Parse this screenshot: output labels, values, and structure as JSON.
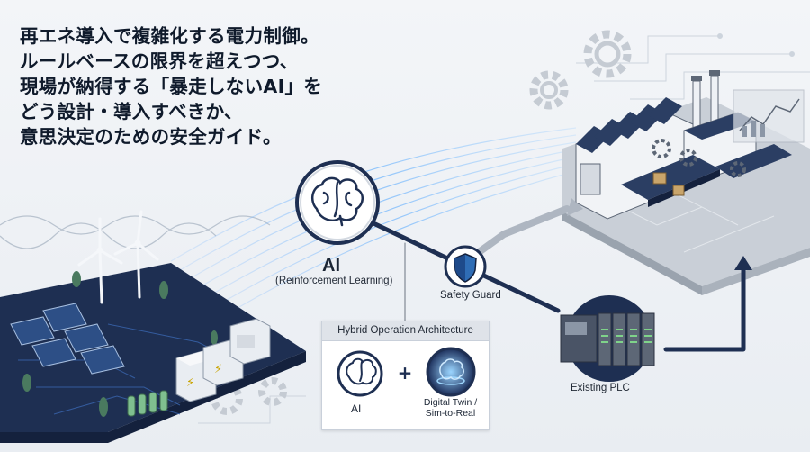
{
  "title": {
    "lines": [
      "再エネ導入で複雑化する電力制御。",
      "ルールベースの限界を超えつつ、",
      "現場が納得する「暴走しないAI」を",
      "どう設計・導入すべきか、",
      "意思決定のための安全ガイド。"
    ]
  },
  "ai_node": {
    "label": "AI",
    "sublabel": "(Reinforcement Learning)",
    "icon": "brain-icon"
  },
  "safety_guard": {
    "label": "Safety Guard",
    "icon": "shield-icon"
  },
  "plc": {
    "label": "Existing PLC"
  },
  "hybrid": {
    "header": "Hybrid Operation Architecture",
    "left_label": "AI",
    "plus": "+",
    "right_label_line1": "Digital Twin /",
    "right_label_line2": "Sim-to-Real"
  },
  "colors": {
    "navy": "#1e2f52",
    "navy_dark": "#14213d",
    "accent_blue": "#2f6db5",
    "panel_blue": "#2d4f86",
    "gear_gray": "#c5cbd3",
    "text_dark": "#0f1a2b"
  }
}
